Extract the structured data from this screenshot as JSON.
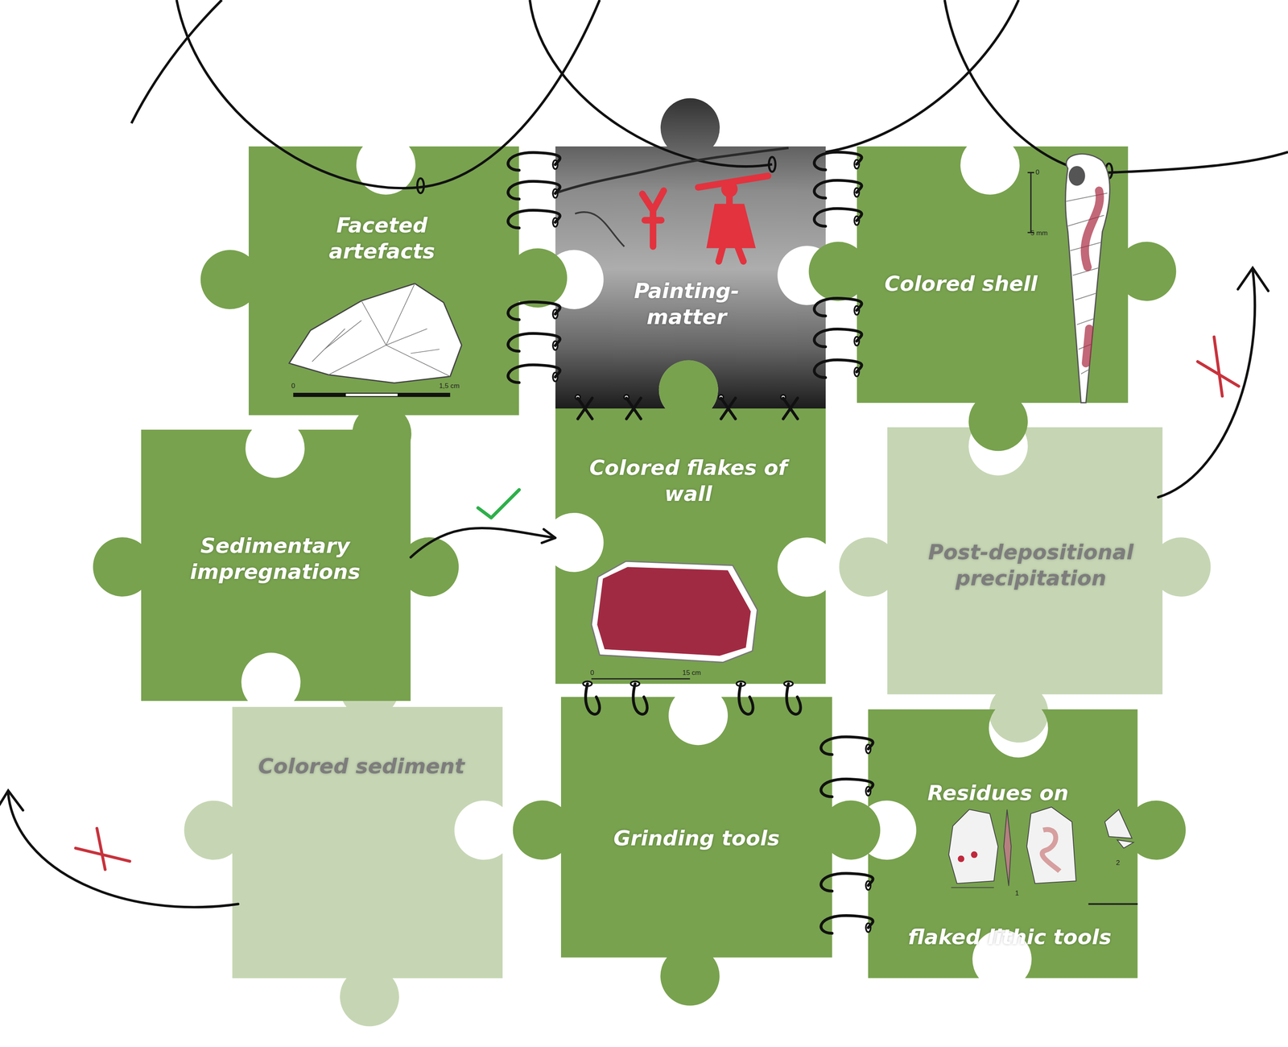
{
  "diagram": {
    "nodes": [
      {
        "text": [
          "Faceted artefacts"
        ]
      },
      {
        "text": [
          "Painting- matter"
        ]
      },
      {
        "text": [
          "Colored shell"
        ]
      },
      {
        "text": [
          "Sedimentary impregnations"
        ]
      },
      {
        "text": [
          "Colored flakes of wall"
        ]
      },
      {
        "text": [
          "Post-depositional precipitation"
        ]
      },
      {
        "text": [
          "Colored sediment"
        ]
      },
      {
        "text": [
          "Grinding tools"
        ]
      },
      {
        "text": [
          "Residues on",
          "flaked lithic tools"
        ]
      }
    ],
    "edges": [
      {
        "from": 0,
        "to": 1,
        "arrow": "none"
      },
      {
        "from": 1,
        "to": 2,
        "arrow": "none"
      },
      {
        "from": 1,
        "to": 4,
        "arrow": "none"
      },
      {
        "from": 4,
        "to": 7,
        "arrow": "none"
      },
      {
        "from": 7,
        "to": 8,
        "arrow": "none"
      },
      {
        "from": 3,
        "to": 4,
        "arrow": "to"
      }
    ],
    "labels": [
      "0",
      "1,5 cm",
      "0",
      "5 mm",
      "0",
      "15 cm",
      "1",
      "2"
    ]
  }
}
